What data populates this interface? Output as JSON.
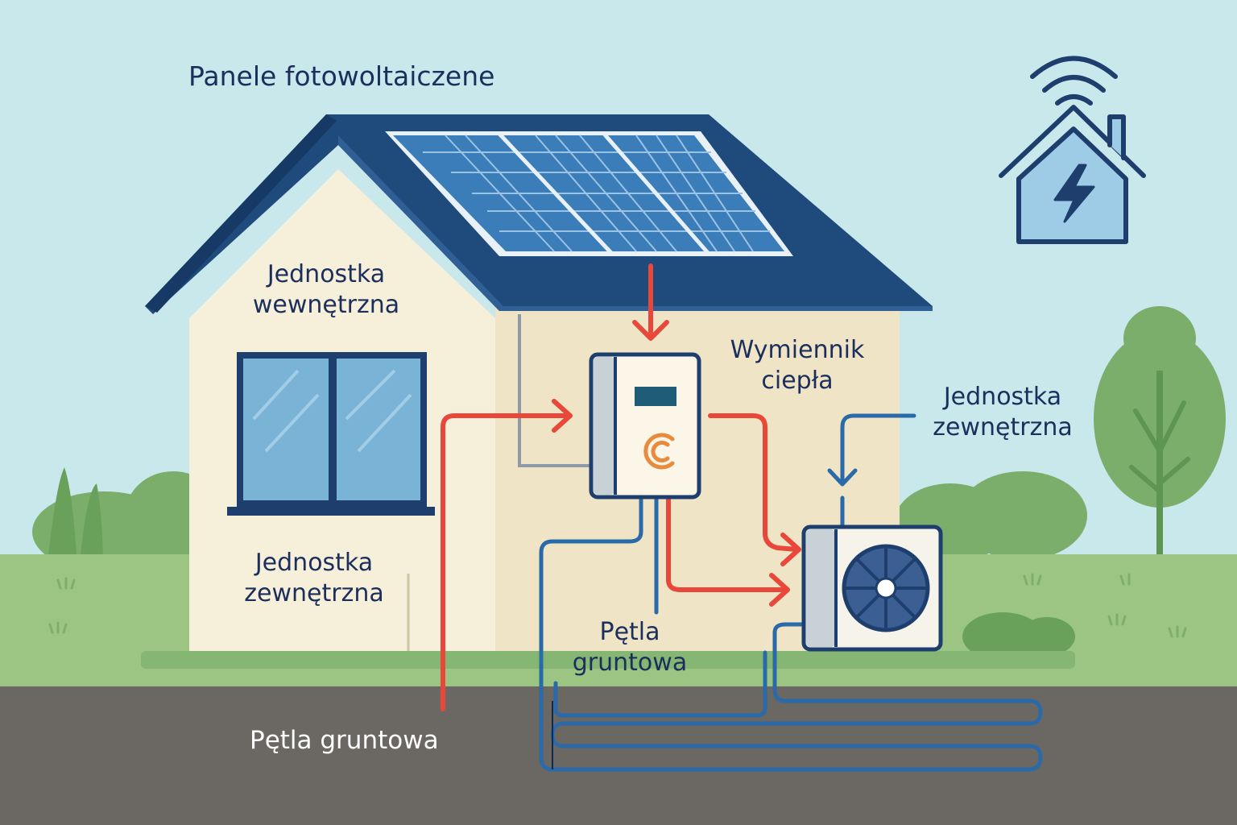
{
  "labels": {
    "pv_panels": "Panele fotowoltaiczene",
    "indoor_unit": [
      "Jednostka",
      "wewnętrzna"
    ],
    "outdoor_unit_left": [
      "Jednostka",
      "zewnętrzna"
    ],
    "heat_exchanger": [
      "Wymiennik",
      "ciepła"
    ],
    "outdoor_unit_right": [
      "Jednostka",
      "zewnętrzna"
    ],
    "ground_loop_center": [
      "Pętla",
      "gruntowa"
    ],
    "ground_loop_bottom": "Pętla gruntowa"
  },
  "icons": {
    "smart_home": "smart-home-wifi-bolt-icon",
    "logo": "c-logo-icon",
    "fan": "fan-icon"
  },
  "colors": {
    "sky": "#c8e8ec",
    "roof": "#1e4a7c",
    "wall": "#f6efd9",
    "wall_shade": "#efe4c6",
    "solar": "#3a7db8",
    "hot_pipe": "#e8473a",
    "cold_pipe": "#2a6aa8",
    "grass": "#9cc584",
    "ground": "#6b6763",
    "text": "#1c2f5c"
  }
}
